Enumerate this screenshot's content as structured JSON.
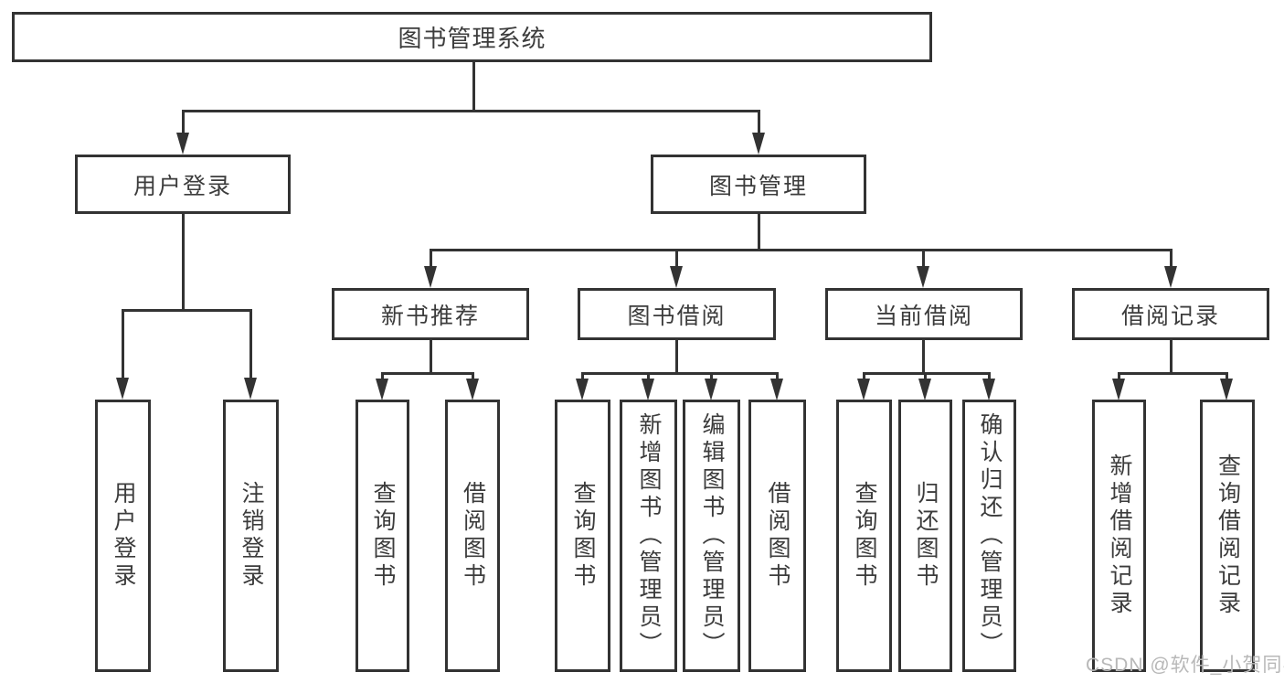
{
  "tree": {
    "label": "图书管理系统",
    "children": [
      {
        "label": "用户登录",
        "children": [
          {
            "label": "用户登录"
          },
          {
            "label": "注销登录"
          }
        ]
      },
      {
        "label": "图书管理",
        "children": [
          {
            "label": "新书推荐",
            "children": [
              {
                "label": "查询图书"
              },
              {
                "label": "借阅图书"
              }
            ]
          },
          {
            "label": "图书借阅",
            "children": [
              {
                "label": "查询图书"
              },
              {
                "label": "新增图书（管理员）"
              },
              {
                "label": "编辑图书（管理员）"
              },
              {
                "label": "借阅图书"
              }
            ]
          },
          {
            "label": "当前借阅",
            "children": [
              {
                "label": "查询图书"
              },
              {
                "label": "归还图书"
              },
              {
                "label": "确认归还（管理员）"
              }
            ]
          },
          {
            "label": "借阅记录",
            "children": [
              {
                "label": "新增借阅记录"
              },
              {
                "label": "查询借阅记录"
              }
            ]
          }
        ]
      }
    ]
  },
  "watermark": {
    "text": "CSDN @软件_小贺同学"
  },
  "colors": {
    "line": "#333333",
    "text": "#3c3c3c",
    "background": "#ffffff",
    "watermark": "#b8b8b8"
  }
}
